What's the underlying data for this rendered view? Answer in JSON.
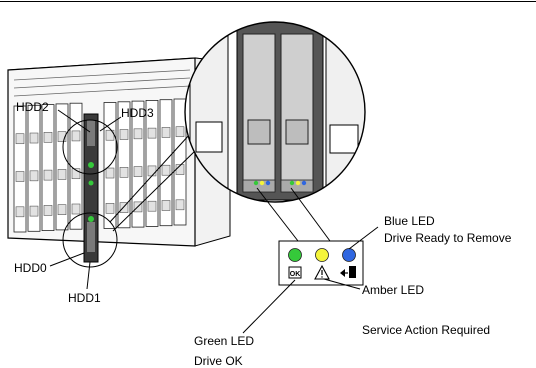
{
  "labels": {
    "hdd0": "HDD0",
    "hdd1": "HDD1",
    "hdd2": "HDD2",
    "hdd3": "HDD3"
  },
  "leds": {
    "green": {
      "title": "Green LED",
      "desc": "Drive OK",
      "color": "#35c93a",
      "icon": "ok-icon",
      "icon_text": "OK"
    },
    "amber": {
      "title": "Amber LED",
      "desc": "Service Action Required",
      "color": "#f4f43a",
      "icon": "warning-icon"
    },
    "blue": {
      "title": "Blue LED",
      "desc": "Drive Ready to Remove",
      "color": "#2f66e0",
      "icon": "ready-to-remove-icon"
    }
  }
}
